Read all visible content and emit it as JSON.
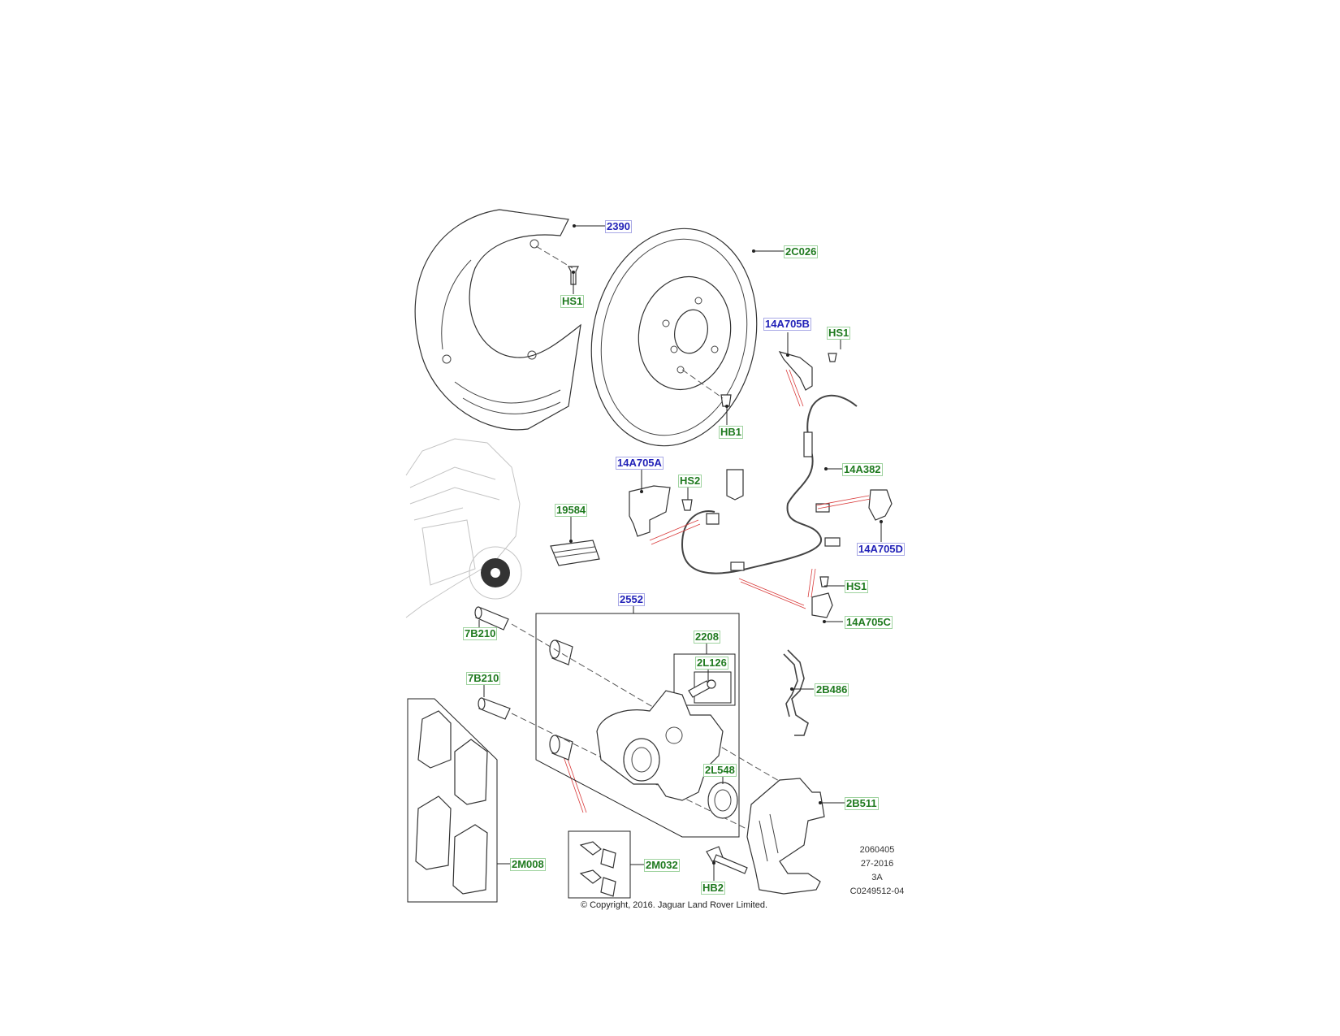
{
  "callouts": {
    "c2390": "2390",
    "c2c026": "2C026",
    "chs1_shield": "HS1",
    "chb1": "HB1",
    "c14a705b": "14A705B",
    "chs1_bracket_b": "HS1",
    "c14a705a": "14A705A",
    "chs2": "HS2",
    "c14a382": "14A382",
    "c19584": "19584",
    "c14a705d": "14A705D",
    "chs1_bracket_c": "HS1",
    "c14a705c": "14A705C",
    "c2552": "2552",
    "c7b210_top": "7B210",
    "c2208": "2208",
    "c2l126": "2L126",
    "c7b210_bottom": "7B210",
    "c2b486": "2B486",
    "c2l548": "2L548",
    "c2b511": "2B511",
    "c2m008": "2M008",
    "c2m032": "2M032",
    "chb2": "HB2"
  },
  "callout_colors": {
    "green": "#1f7a1f",
    "blue": "#2222b8"
  },
  "reference": {
    "line1": "2060405",
    "line2": "27-2016",
    "line3": "3A",
    "line4": "C0249512-04"
  },
  "copyright": "© Copyright, 2016. Jaguar Land Rover Limited."
}
